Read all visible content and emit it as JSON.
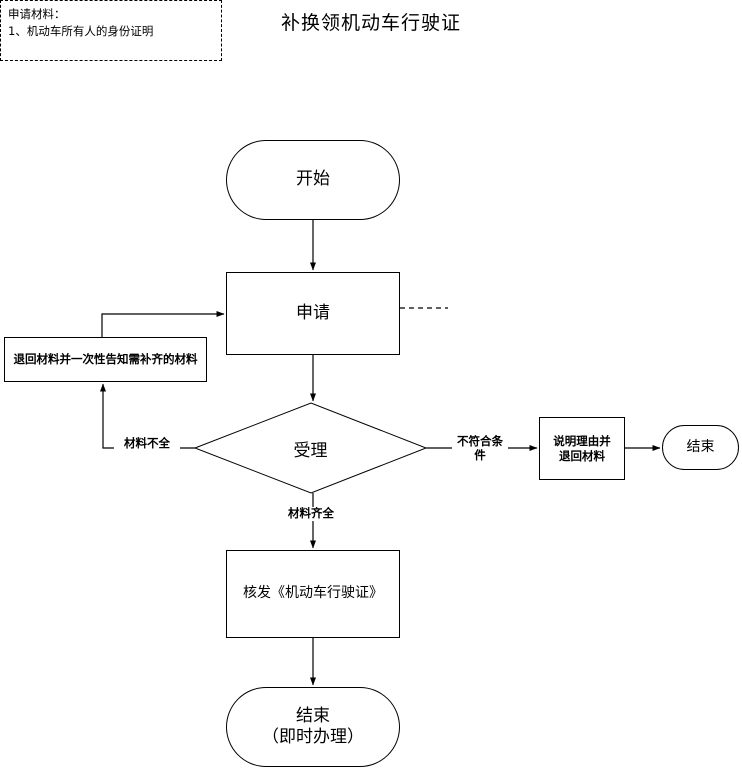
{
  "page": {
    "title": "补换领机动车行驶证",
    "background_color": "#ffffff",
    "line_color": "#000000"
  },
  "chart_data": {
    "type": "diagram",
    "title": "补换领机动车行驶证",
    "nodes": [
      {
        "id": "start",
        "label": "开始",
        "shape": "terminator"
      },
      {
        "id": "apply",
        "label": "申请",
        "shape": "process"
      },
      {
        "id": "note",
        "label": "申请材料：\n1、机动车所有人的身份证明",
        "shape": "annotation-dashed"
      },
      {
        "id": "return",
        "label": "退回材料并一次性告知需补齐的材料",
        "shape": "process"
      },
      {
        "id": "accept",
        "label": "受理",
        "shape": "decision"
      },
      {
        "id": "reason",
        "label": "说明理由并\n退回材料",
        "shape": "process"
      },
      {
        "id": "end1",
        "label": "结束",
        "shape": "terminator"
      },
      {
        "id": "issue",
        "label": "核发《机动车行驶证》",
        "shape": "process"
      },
      {
        "id": "end2",
        "label": "结束\n（即时办理）",
        "shape": "terminator"
      }
    ],
    "edges": [
      {
        "from": "start",
        "to": "apply",
        "label": ""
      },
      {
        "from": "apply",
        "to": "note",
        "label": "",
        "style": "dashed"
      },
      {
        "from": "apply",
        "to": "accept",
        "label": ""
      },
      {
        "from": "accept",
        "to": "return",
        "label": "材料不全"
      },
      {
        "from": "return",
        "to": "apply",
        "label": ""
      },
      {
        "from": "accept",
        "to": "reason",
        "label": "不符合条件"
      },
      {
        "from": "reason",
        "to": "end1",
        "label": ""
      },
      {
        "from": "accept",
        "to": "issue",
        "label": "材料齐全"
      },
      {
        "from": "issue",
        "to": "end2",
        "label": ""
      }
    ]
  },
  "nodes": {
    "start": "开始",
    "apply": "申请",
    "note_line1": "申请材料：",
    "note_line2": "1、机动车所有人的身份证明",
    "return_materials": "退回材料并一次性告知需补齐的材料",
    "accept": "受理",
    "reason_line1": "说明理由并",
    "reason_line2": "退回材料",
    "end_right": "结束",
    "issue": "核发《机动车行驶证》",
    "end_bottom_line1": "结束",
    "end_bottom_line2": "（即时办理）"
  },
  "labels": {
    "incomplete": "材料不全",
    "complete": "材料齐全",
    "not_qualified": "不符合条\n件"
  }
}
